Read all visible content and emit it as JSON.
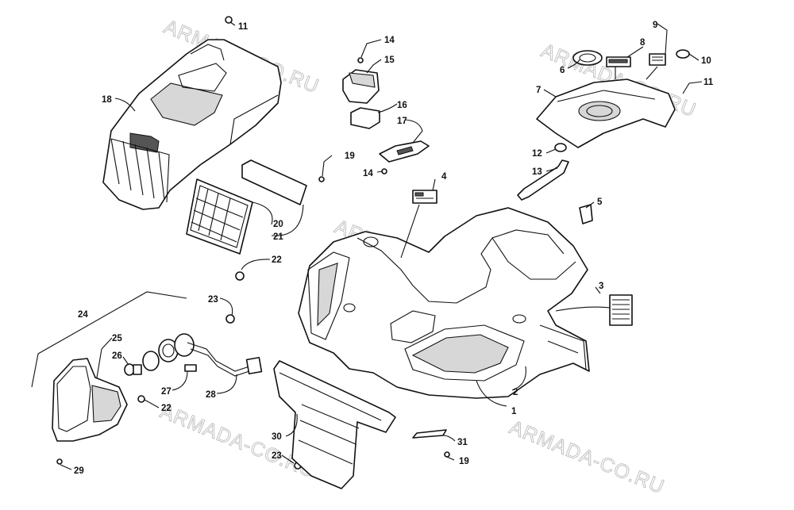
{
  "watermark": "ARMADA-CO.RU",
  "callouts": {
    "c1": "1",
    "c2": "2",
    "c3": "3",
    "c4": "4",
    "c5": "5",
    "c6": "6",
    "c7": "7",
    "c8": "8",
    "c9": "9",
    "c10": "10",
    "c11a": "11",
    "c11b": "11",
    "c12": "12",
    "c13": "13",
    "c14a": "14",
    "c14b": "14",
    "c15": "15",
    "c16": "16",
    "c17": "17",
    "c18": "18",
    "c19a": "19",
    "c19b": "19",
    "c20": "20",
    "c21": "21",
    "c22a": "22",
    "c22b": "22",
    "c23a": "23",
    "c23b": "23",
    "c24": "24",
    "c25": "25",
    "c26": "26",
    "c27": "27",
    "c28": "28",
    "c29": "29",
    "c30": "30",
    "c31": "31"
  },
  "colors": {
    "line": "#111111",
    "watermark": "#bdbdbd",
    "shade": "#d7d7d7"
  }
}
